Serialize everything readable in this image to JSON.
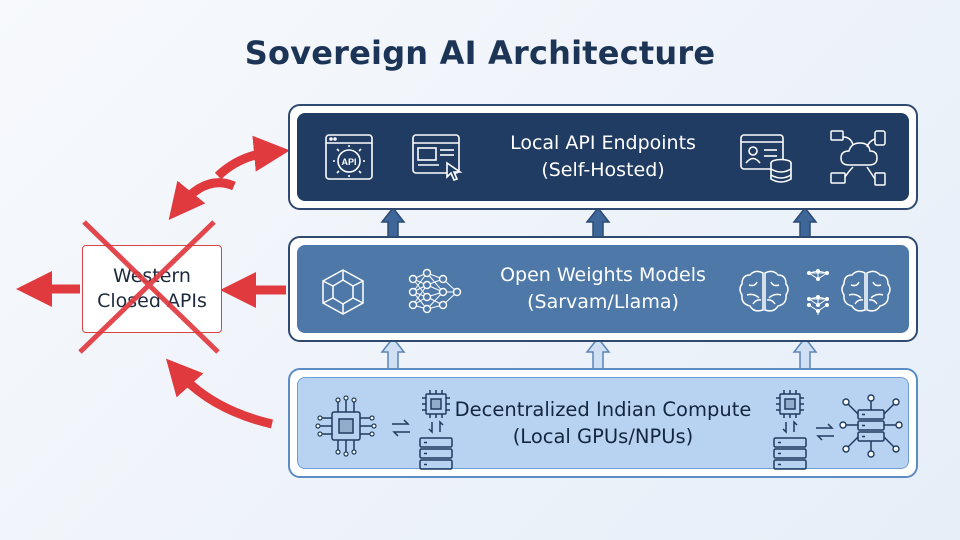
{
  "title": "Sovereign AI Architecture",
  "layers": {
    "top": {
      "line1": "Local API Endpoints",
      "line2": "(Self-Hosted)"
    },
    "middle": {
      "line1": "Open Weights Models",
      "line2": "(Sarvam/Llama)"
    },
    "bottom": {
      "line1": "Decentralized Indian Compute",
      "line2": "(Local GPUs/NPUs)"
    }
  },
  "western": {
    "line1": "Western",
    "line2": "Closed APIs",
    "status": "crossed-out"
  },
  "icons": {
    "top": [
      "api-gear-icon",
      "browser-click-icon",
      "profile-database-icon",
      "cloud-network-icon"
    ],
    "middle": [
      "cube-icon",
      "neural-network-icon",
      "brain-icon",
      "small-network-icon",
      "brain-icon"
    ],
    "bottom": [
      "cpu-chip-icon",
      "exchange-arrows-icon",
      "chip-server-icon",
      "chip-server-icon",
      "exchange-arrows-icon",
      "server-network-icon"
    ]
  },
  "api_icon_text": "API",
  "colors": {
    "title": "#1c3456",
    "top_layer": "#213c63",
    "middle_layer": "#4d78a8",
    "bottom_layer": "#b8d3f1",
    "reject_red": "#e0393e"
  }
}
